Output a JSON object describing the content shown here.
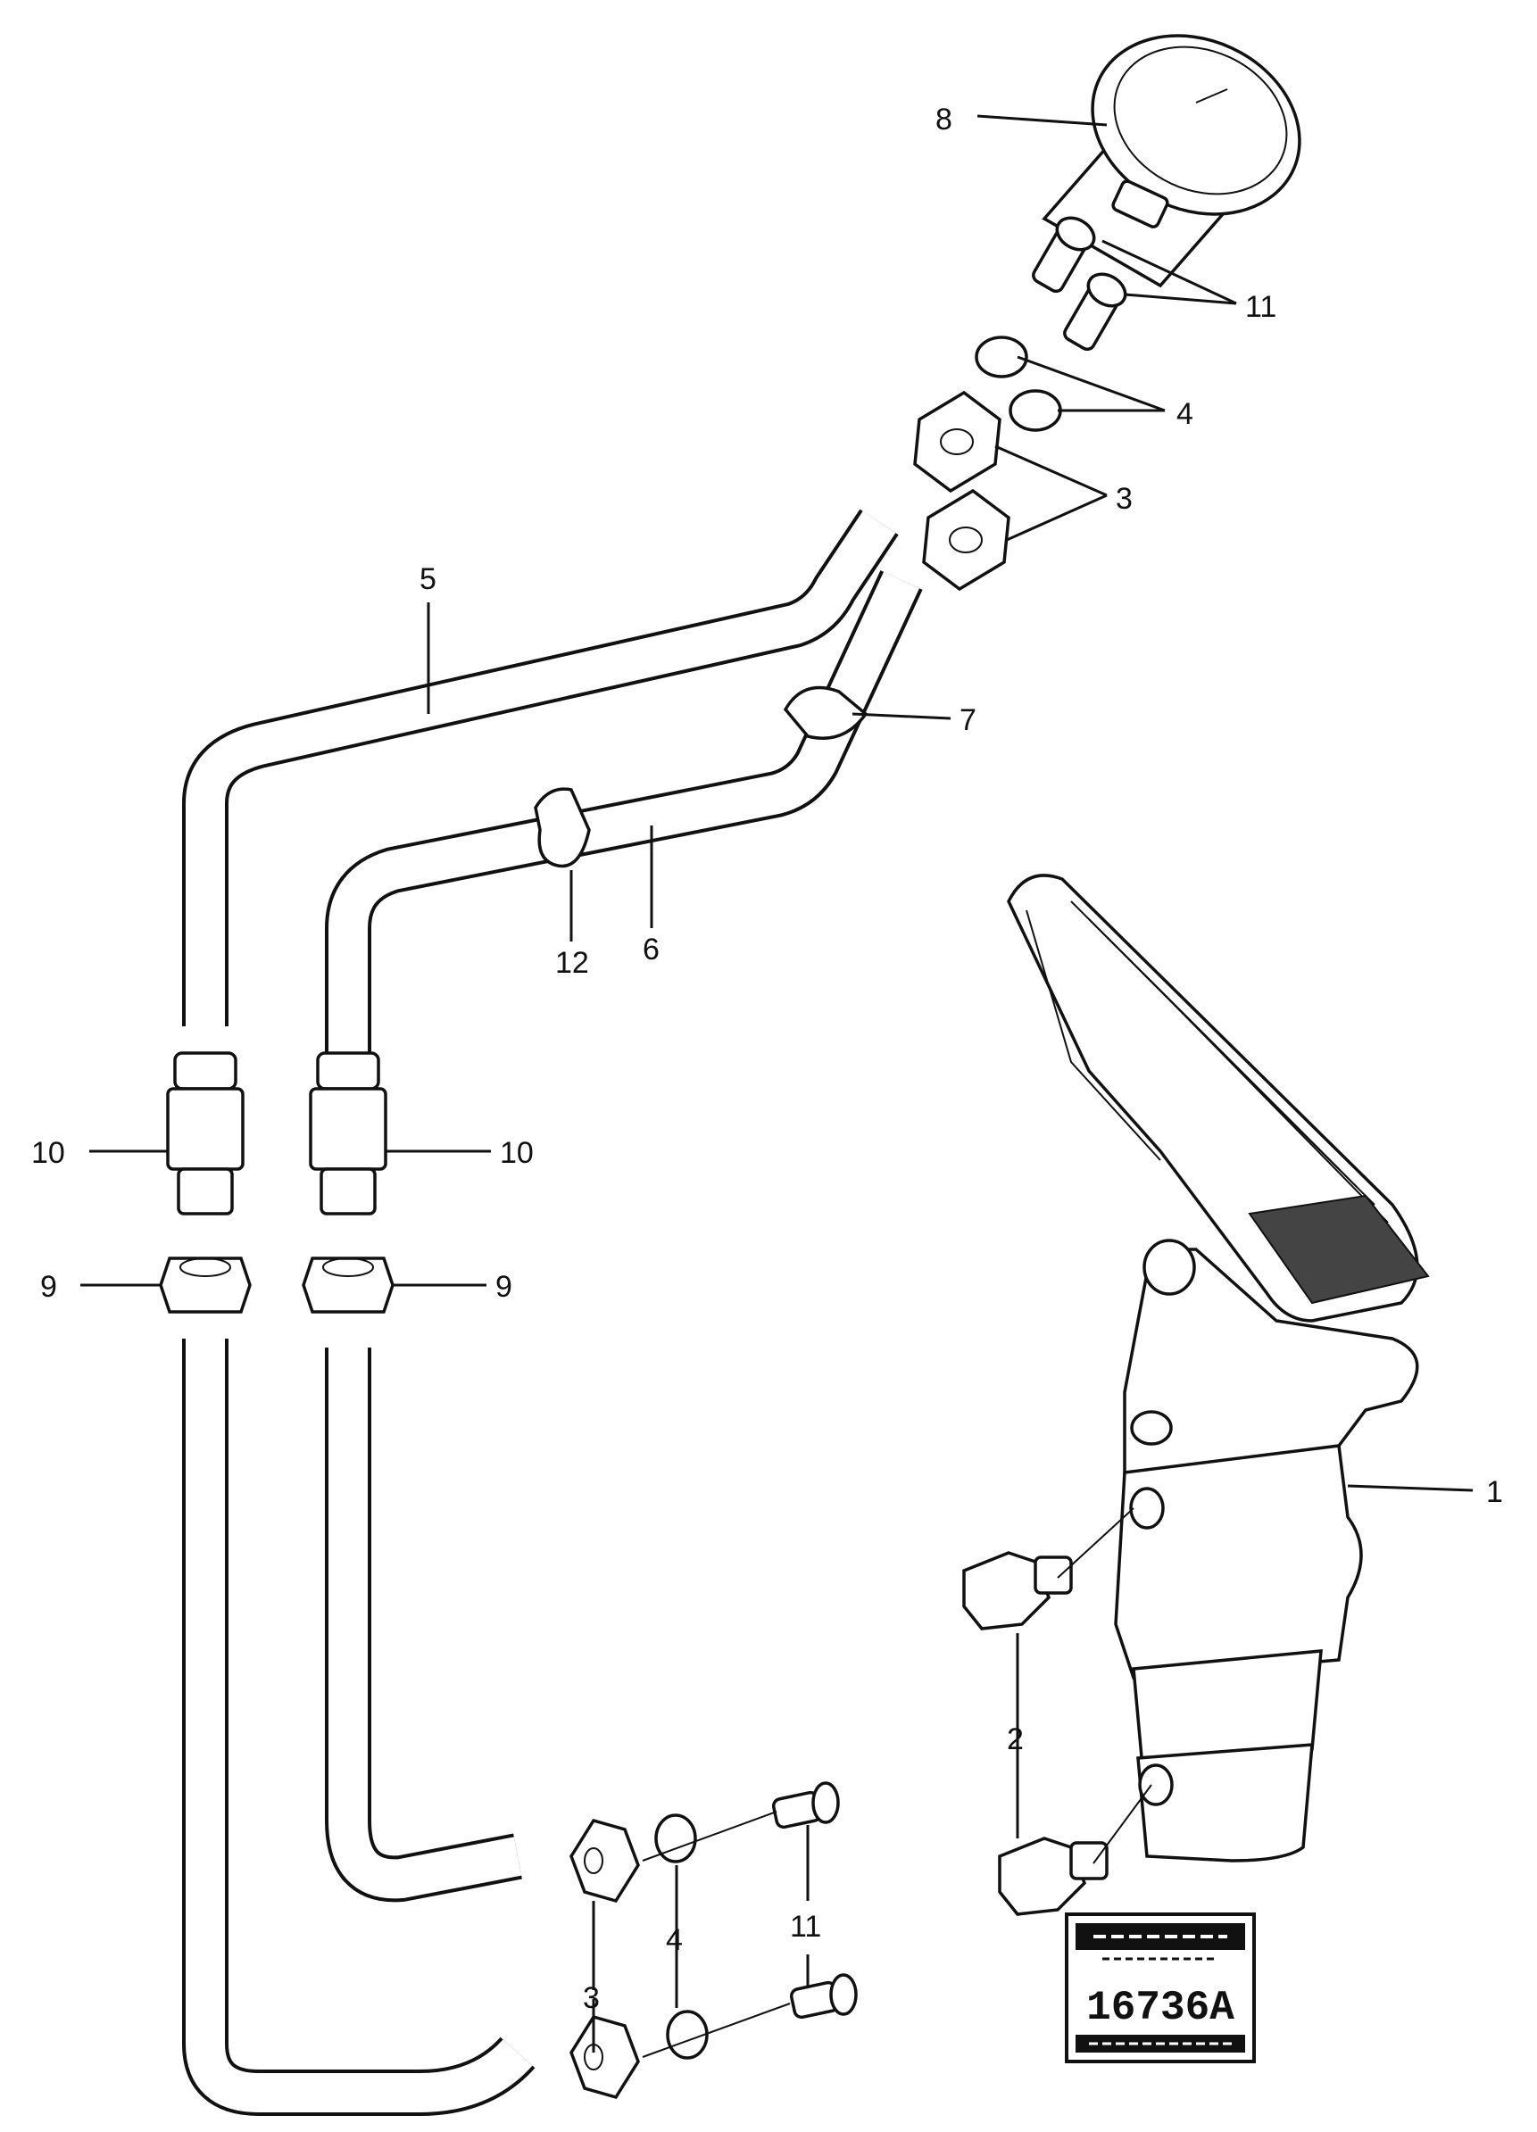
{
  "callouts": {
    "c1": "1",
    "c2": "2",
    "c3_top": "3",
    "c3_bottom": "3",
    "c4_top": "4",
    "c4_bottom": "4",
    "c5": "5",
    "c6": "6",
    "c7": "7",
    "c8": "8",
    "c9_left": "9",
    "c9_right": "9",
    "c10_left": "10",
    "c10_right": "10",
    "c11_top": "11",
    "c11_bottom": "11",
    "c12": "12"
  },
  "stamp": {
    "code": "16736A"
  }
}
